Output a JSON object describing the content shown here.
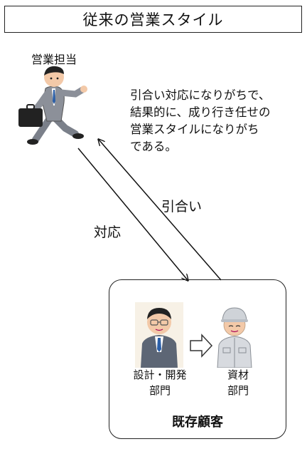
{
  "title": "従来の営業スタイル",
  "sales": {
    "label": "営業担当",
    "icon": "running-salesperson-icon"
  },
  "description": [
    "引合い対応になりがちで、",
    "結果的に、成り行き任せの",
    "営業スタイルになりがち",
    "である。"
  ],
  "arrows": {
    "inquiry_label": "引合い",
    "response_label": "対応"
  },
  "customer": {
    "label": "既存顧客",
    "dept_design": [
      "設計・開発",
      "部門"
    ],
    "dept_materials": [
      "資材",
      "部門"
    ],
    "design_icon": "office-worker-icon",
    "materials_icon": "factory-worker-icon",
    "flow_arrow_icon": "right-arrow-icon"
  }
}
